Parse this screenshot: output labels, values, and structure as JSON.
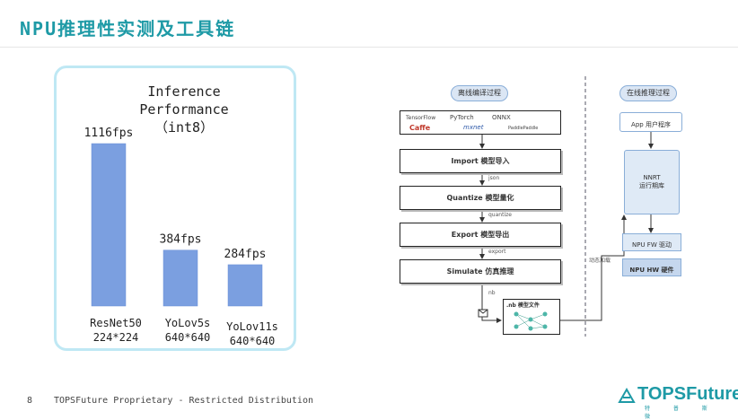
{
  "slide": {
    "title": "NPU推理性实测及工具链",
    "page_number": "8",
    "footer": "TOPSFuture Proprietary - Restricted Distribution",
    "logo_text": "TOPSFuture",
    "logo_sub": "特 普 斯 微"
  },
  "chart_data": {
    "type": "bar",
    "title_lines": [
      "Inference",
      "Performance",
      "（int8）"
    ],
    "categories": [
      {
        "line1": "ResNet50",
        "line2": "224*224"
      },
      {
        "line1": "YoLov5s",
        "line2": "640*640"
      },
      {
        "line1": "YoLov11s",
        "line2": "640*640"
      }
    ],
    "values": [
      1116,
      384,
      284
    ],
    "value_labels": [
      "1116fps",
      "384fps",
      "284fps"
    ],
    "ylim": [
      0,
      1200
    ],
    "bar_color": "#7b9fe0",
    "grid": false,
    "legend": "none"
  },
  "diagram": {
    "offline_label": "离线编译过程",
    "online_label": "在线推理过程",
    "framework_logos": [
      "TensorFlow",
      "PyTorch",
      "ONNX",
      "Caffe",
      "mxnet",
      "PaddlePaddle"
    ],
    "steps": [
      "Import 模型导入",
      "Quantize 模型量化",
      "Export 模型导出",
      "Simulate 仿真推理"
    ],
    "edge_labels": [
      "json",
      "quantize",
      "export",
      "nb"
    ],
    "model_file": ".nb 模型文件",
    "app": "App 用户程序",
    "nnrt_line1": "NNRT",
    "nnrt_line2": "运行期库",
    "fw": "NPU FW 驱动",
    "hw": "NPU HW 硬件",
    "dynamic_load": "动态加载"
  },
  "colors": {
    "accent": "#1e9aa6",
    "panel_border": "#bfe8f4",
    "pill_fill": "#dbe6f4"
  }
}
